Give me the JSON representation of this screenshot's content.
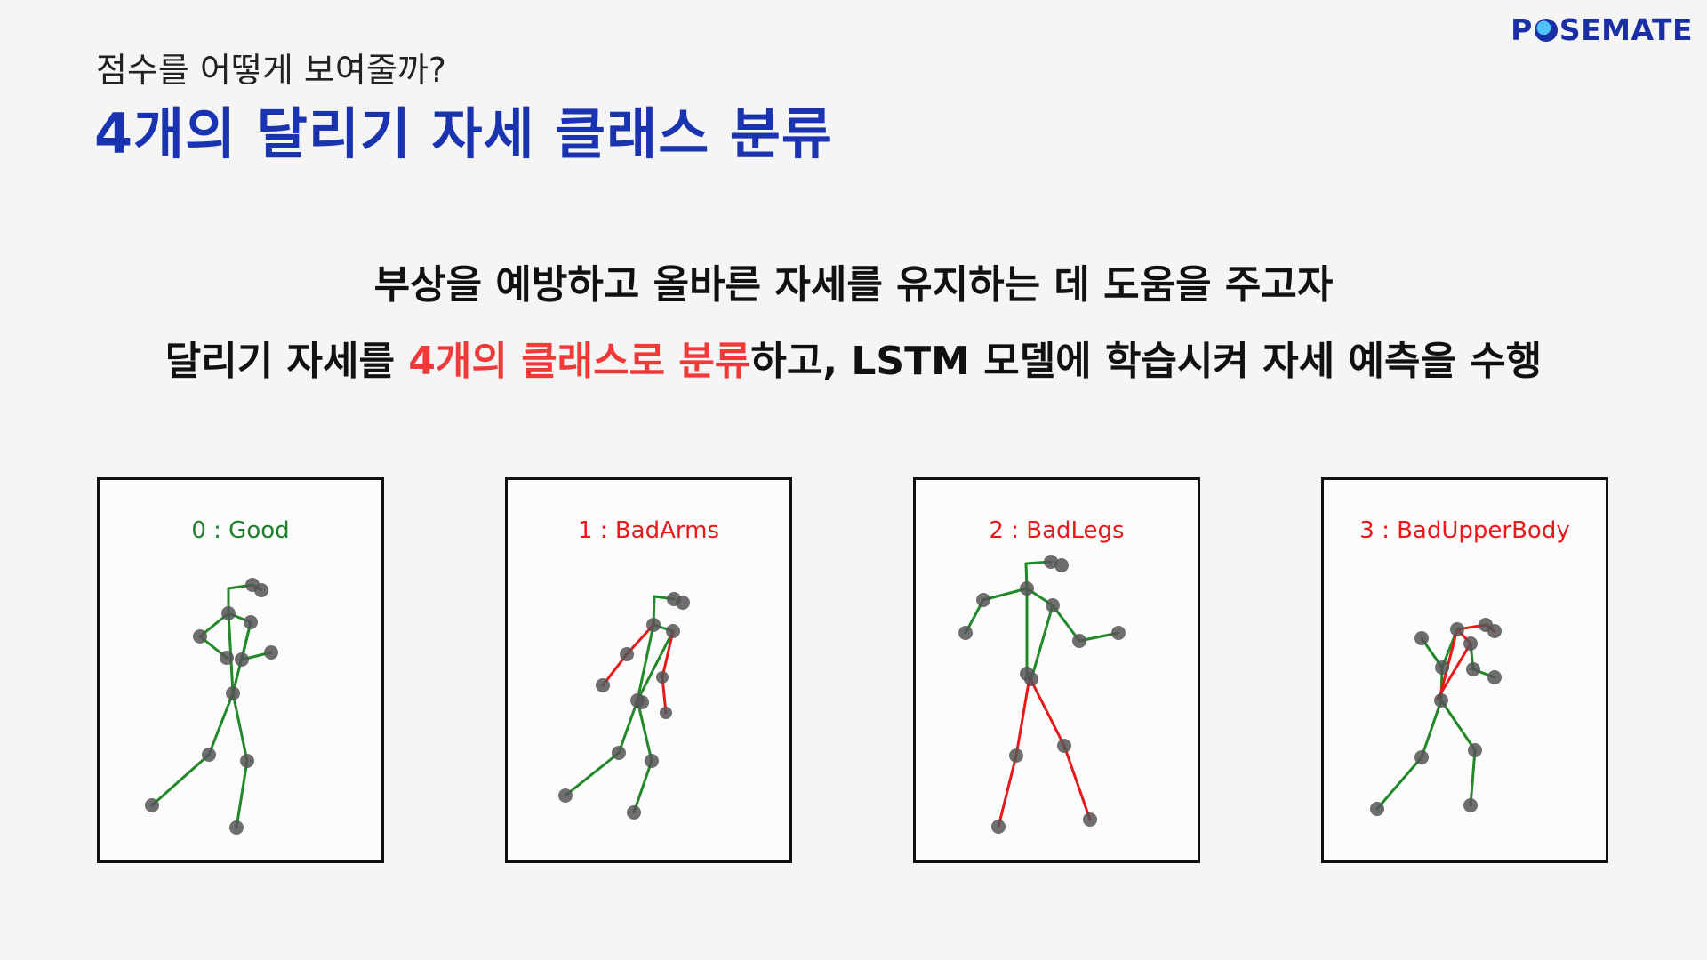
{
  "brand": {
    "logo_text_left": "P",
    "logo_text_right": "SEMATE"
  },
  "header": {
    "subtitle": "점수를 어떻게 보여줄까?",
    "title": "4개의 달리기 자세 클래스 분류"
  },
  "description": {
    "line1": "부상을 예방하고 올바른 자세를 유지하는 데 도움을 주고자",
    "line2_prefix": "달리기 자세를 ",
    "line2_highlight": "4개의 클래스로 분류",
    "line2_suffix": "하고, LSTM 모델에 학습시켜 자세 예측을 수행"
  },
  "colors": {
    "title_blue": "#1a33b0",
    "highlight_red": "#f03a3a",
    "good_green": "#22882a",
    "bad_red": "#e8191b"
  },
  "classes": [
    {
      "label": "0 : Good",
      "color": "#1f7f2a",
      "bad_limbs": []
    },
    {
      "label": "1 : BadArms",
      "color": "#e8191b",
      "bad_limbs": [
        "arms"
      ]
    },
    {
      "label": "2 : BadLegs",
      "color": "#e8191b",
      "bad_limbs": [
        "legs"
      ]
    },
    {
      "label": "3 : BadUpperBody",
      "color": "#e8191b",
      "bad_limbs": [
        "upper_body"
      ]
    }
  ]
}
